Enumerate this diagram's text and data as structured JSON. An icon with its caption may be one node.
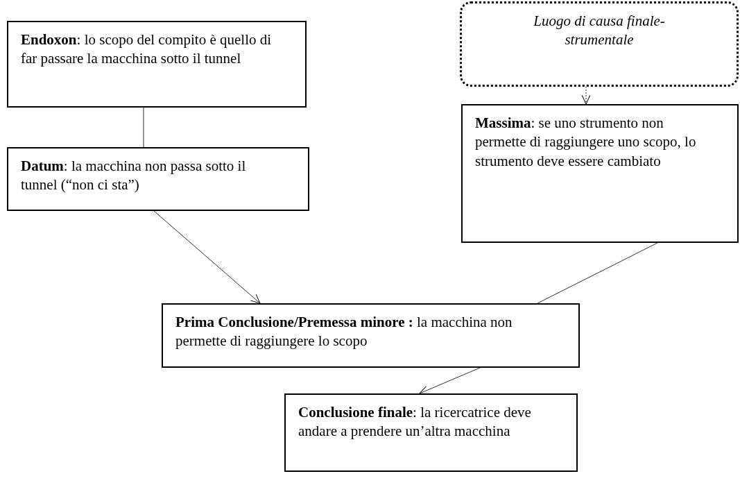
{
  "diagram": {
    "nodes": [
      {
        "text": [
          "**Endoxon**: lo scopo del compito è quello di far passare la macchina sotto il tunnel"
        ]
      },
      {
        "text": [
          "**Datum**: la macchina non passa sotto il tunnel (“non ci sta”)"
        ]
      },
      {
        "text": [
          "Luogo di causa finale-strumentale"
        ]
      },
      {
        "text": [
          "**Massima**: se uno strumento non permette di raggiungere uno scopo, lo strumento deve essere cambiato"
        ]
      },
      {
        "text": [
          "**Prima Conclusione/Premessa minore :** la macchina non permette di raggiungere lo scopo"
        ]
      },
      {
        "text": [
          "**Conclusione finale**: la ricercatrice deve andare a prendere un’altra macchina"
        ]
      }
    ],
    "edges": [
      {
        "from": 0,
        "to": 1,
        "arrow": "none"
      },
      {
        "from": 1,
        "to": 4,
        "arrow": "to"
      },
      {
        "from": 2,
        "to": 3,
        "arrow": "to",
        "style": "dashed"
      },
      {
        "from": 3,
        "to": 4,
        "arrow": "none"
      },
      {
        "from": 4,
        "to": 5,
        "arrow": "to"
      }
    ]
  }
}
